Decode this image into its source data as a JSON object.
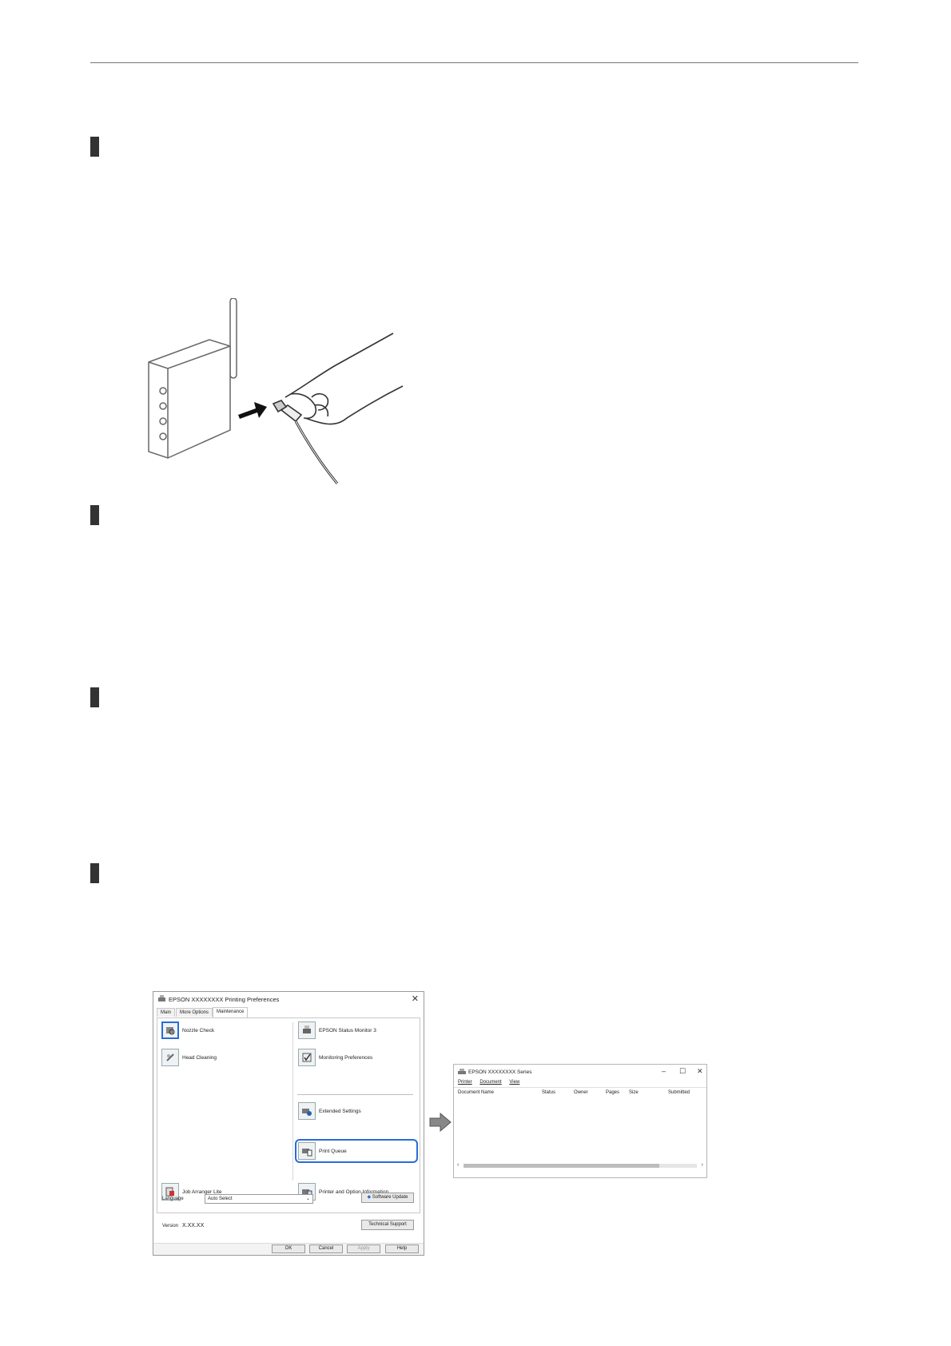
{
  "printing_preferences": {
    "title": "EPSON XXXXXXXX   Printing Preferences",
    "close_glyph": "✕",
    "tabs": [
      {
        "label": "Main"
      },
      {
        "label": "More Options"
      },
      {
        "label": "Maintenance"
      }
    ],
    "left_items": [
      {
        "label": "Nozzle Check"
      },
      {
        "label": "Head Cleaning"
      },
      {
        "label": "Job Arranger Lite"
      }
    ],
    "right_items": [
      {
        "label": "EPSON Status Monitor 3"
      },
      {
        "label": "Monitoring Preferences"
      },
      {
        "label": "Extended Settings"
      },
      {
        "label": "Print Queue"
      },
      {
        "label": "Printer and Option Information"
      }
    ],
    "highlight_color": "#2a6cd6",
    "language_label": "Language",
    "language_value": "Auto Select",
    "select_arrow": "⌄",
    "software_update_label": "Software Update",
    "version_label": "Version",
    "version_value": "X.XX.XX",
    "technical_support_label": "Technical Support",
    "buttons": {
      "ok": "OK",
      "cancel": "Cancel",
      "apply": "Apply",
      "help": "Help"
    }
  },
  "print_queue": {
    "title": "EPSON XXXXXXXX Series",
    "controls": {
      "minimize": "–",
      "maximize": "☐",
      "close": "✕"
    },
    "menu": [
      "Printer",
      "Document",
      "View"
    ],
    "columns": [
      "Document Name",
      "Status",
      "Owner",
      "Pages",
      "Size",
      "Submitted"
    ],
    "scroll_left": "‹",
    "scroll_right": "›"
  }
}
